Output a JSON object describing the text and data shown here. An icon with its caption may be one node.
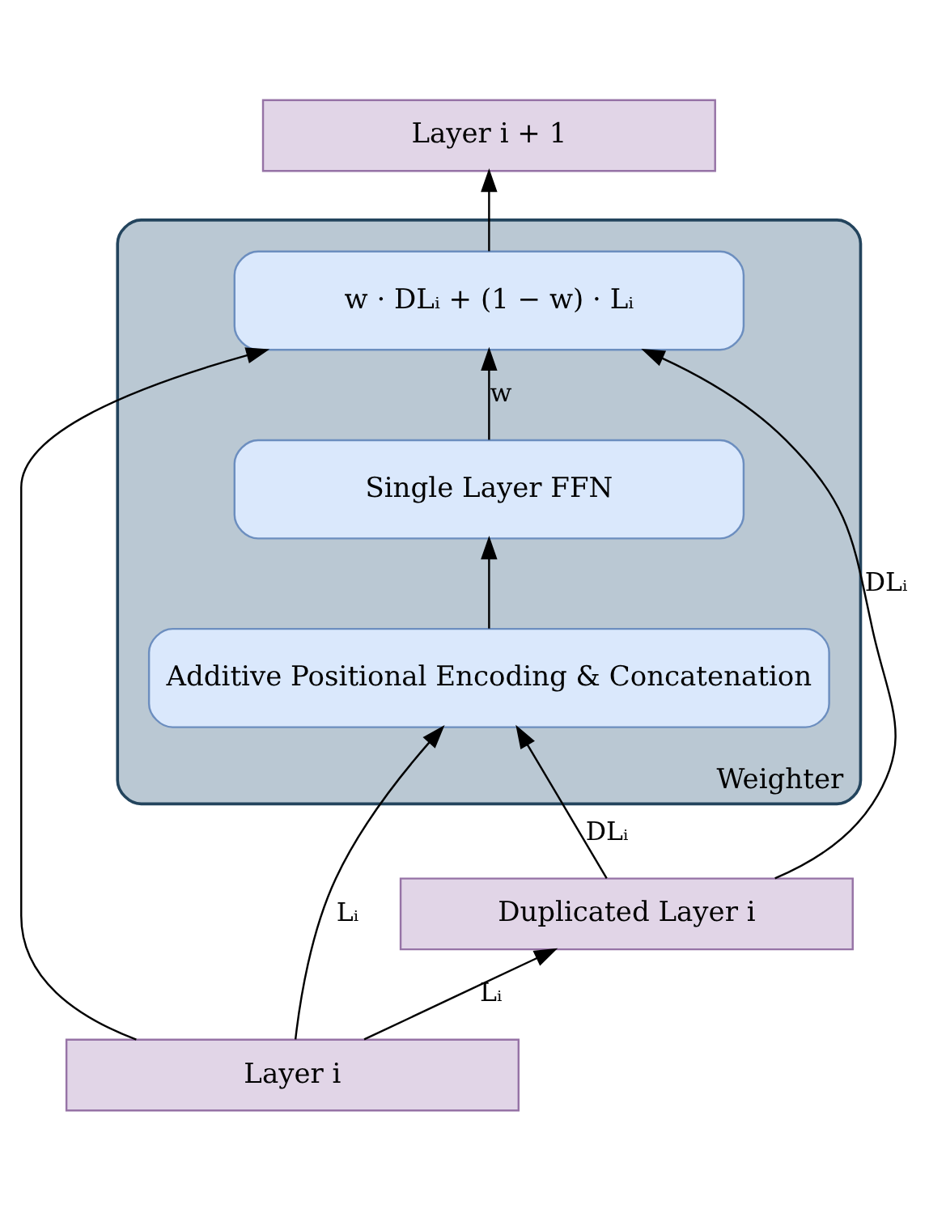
{
  "diagram": {
    "nodes": [
      {
        "text": [
          "Layer i + 1"
        ]
      },
      {
        "text": [
          "Weighter"
        ]
      },
      {
        "text": [
          "w · DLᵢ + (1 − w) · Lᵢ"
        ],
        "in": 1
      },
      {
        "text": [
          "Single Layer FFN"
        ],
        "in": 1
      },
      {
        "text": [
          "Additive Positional Encoding & Concatenation"
        ],
        "in": 1
      },
      {
        "text": [
          "Duplicated Layer i"
        ]
      },
      {
        "text": [
          "Layer i"
        ]
      }
    ],
    "edges": [
      {
        "from": 2,
        "to": 0,
        "arrow": "to"
      },
      {
        "from": 3,
        "to": 2,
        "arrow": "to",
        "label": "w"
      },
      {
        "from": 4,
        "to": 3,
        "arrow": "to"
      },
      {
        "from": 5,
        "to": 4,
        "arrow": "to",
        "label": "DLᵢ"
      },
      {
        "from": 5,
        "to": 2,
        "arrow": "to",
        "label": "DLᵢ"
      },
      {
        "from": 6,
        "to": 5,
        "arrow": "to",
        "label": "Lᵢ"
      },
      {
        "from": 6,
        "to": 4,
        "arrow": "to",
        "label": "Lᵢ"
      },
      {
        "from": 6,
        "to": 2,
        "arrow": "to"
      }
    ]
  }
}
